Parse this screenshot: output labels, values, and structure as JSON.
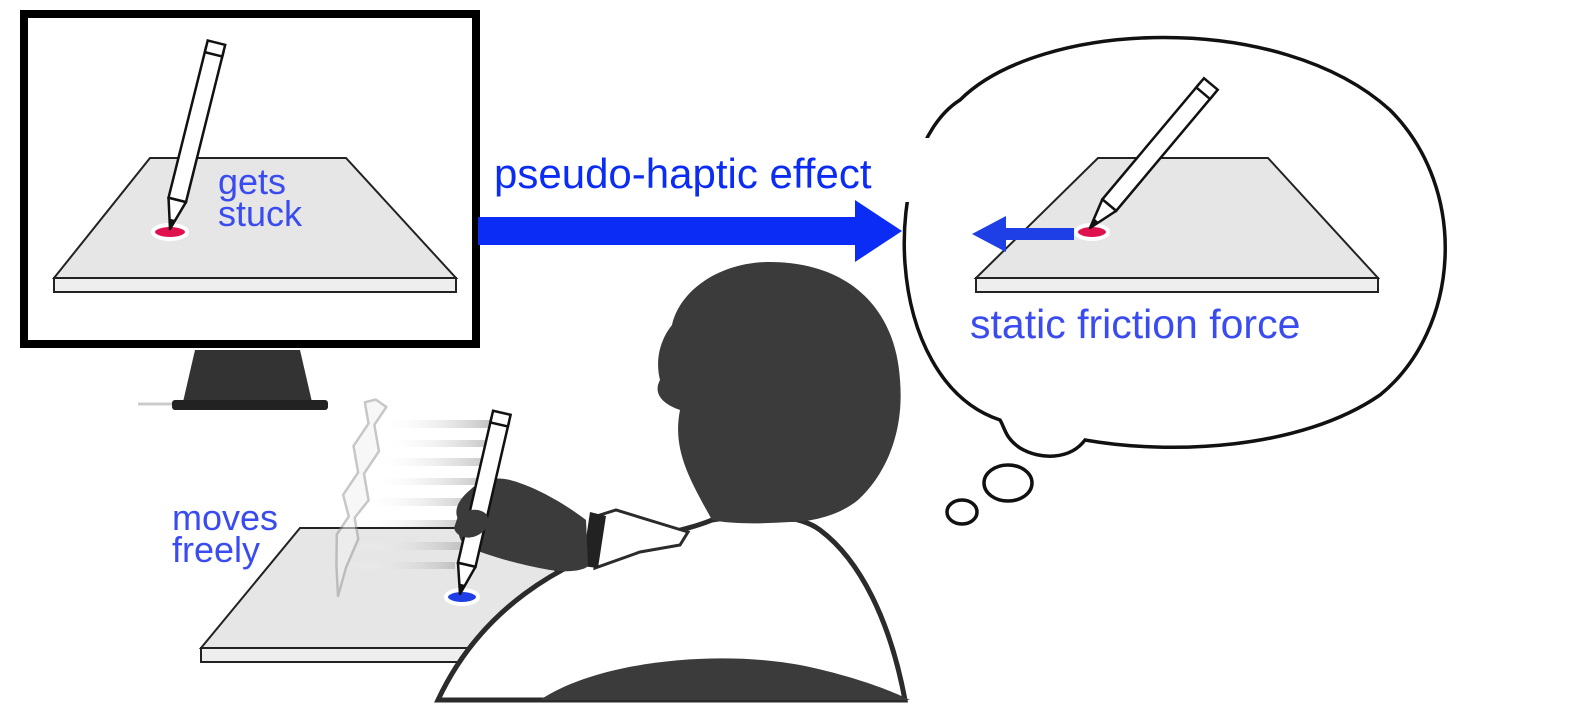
{
  "labels": {
    "gets": "gets",
    "stuck": "stuck",
    "effect": "pseudo-haptic effect",
    "friction": "static friction force",
    "moves": "moves",
    "freely": "freely"
  },
  "colors": {
    "text_blue": "#3a4cf0",
    "arrow_blue": "#0a2cf5",
    "silhouette": "#3b3b3b",
    "surface": "#e6e6e6",
    "stuck_dot": "#e0114f",
    "free_dot": "#1f3fe6"
  },
  "icons": [
    "monitor-icon",
    "pencil-icon",
    "pen-stylus-icon",
    "person-silhouette-icon",
    "thought-bubble-icon"
  ]
}
